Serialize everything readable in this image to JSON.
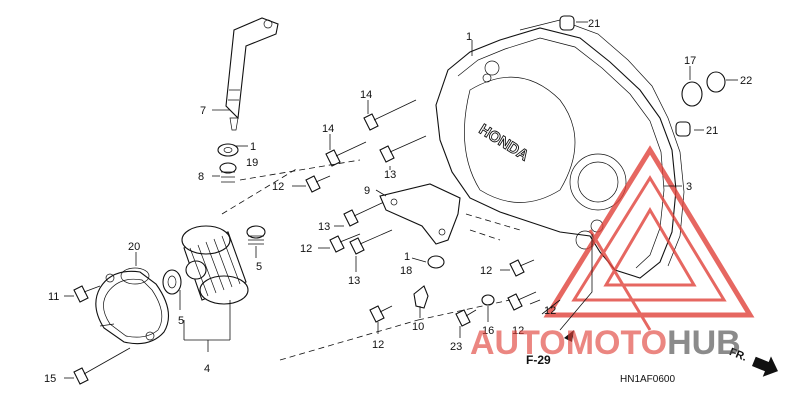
{
  "diagram": {
    "part_numbers": {
      "p1": "1",
      "p1b": "1",
      "p1c": "1",
      "p3": "3",
      "p4": "4",
      "p5a": "5",
      "p5b": "5",
      "p7": "7",
      "p8": "8",
      "p9": "9",
      "p10": "10",
      "p11": "11",
      "p12a": "12",
      "p12b": "12",
      "p12c": "12",
      "p12d": "12",
      "p12e": "12",
      "p12f": "12",
      "p13a": "13",
      "p13b": "13",
      "p13c": "13",
      "p14a": "14",
      "p14b": "14",
      "p15": "15",
      "p16": "16",
      "p17": "17",
      "p18": "18",
      "p19": "19",
      "p20": "20",
      "p21a": "21",
      "p21b": "21",
      "p22": "22",
      "p23": "23"
    },
    "brand_text": "HONDA",
    "reference": "F-29",
    "direction": "FR.",
    "figure_code": "HN1AF0600"
  },
  "watermark": {
    "text_left": "AUTOMOTO",
    "text_right": "HUB",
    "color_red": "#e0423a",
    "color_dark": "#4a4a4a"
  }
}
